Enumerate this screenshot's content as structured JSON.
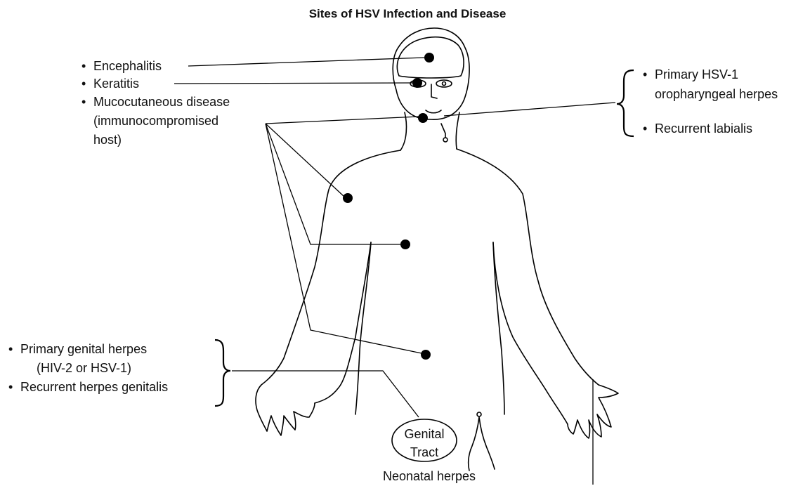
{
  "title": "Sites of HSV Infection and Disease",
  "left_upper_labels": [
    "Encephalitis",
    "Keratitis",
    "Mucocutaneous disease",
    "(immunocompromised",
    "host)"
  ],
  "right_labels": [
    "Primary HSV-1",
    "oropharyngeal herpes",
    "Recurrent labialis"
  ],
  "left_lower_labels": [
    "Primary genital herpes",
    "(HIV-2 or HSV-1)",
    "Recurrent herpes genitalis"
  ],
  "genital_tract": [
    "Genital",
    "Tract"
  ],
  "neonatal": "Neonatal herpes",
  "bullet": "•",
  "colors": {
    "ink": "#000000",
    "background": "#ffffff"
  }
}
